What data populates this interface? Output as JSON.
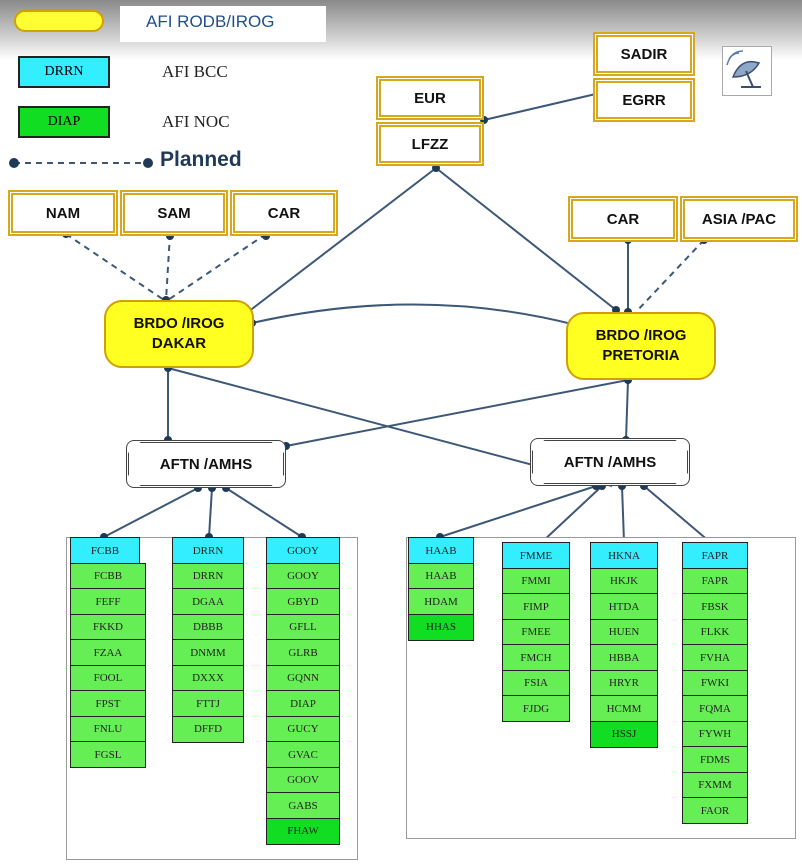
{
  "legend": {
    "rodb_label": "AFI RODB/IROG",
    "bcc_sample": "DRRN",
    "bcc_label": "AFI BCC",
    "noc_sample": "DIAP",
    "noc_label": "AFI NOC",
    "planned_label": "Planned",
    "colors": {
      "rodb": "#ffff22",
      "bcc": "#33eeff",
      "noc": "#11dd22",
      "station": "#66ee55",
      "line": "#3d5876"
    }
  },
  "regions": {
    "sadir": "SADIR",
    "egrr": "EGRR",
    "eur": "EUR",
    "lfzz": "LFZZ",
    "nam": "NAM",
    "sam": "SAM",
    "car_left": "CAR",
    "car_right": "CAR",
    "asia_pac": "ASIA /PAC"
  },
  "rodb": {
    "dakar": [
      "BRDO /IROG",
      "DAKAR"
    ],
    "pretoria": [
      "BRDO /IROG",
      "PRETORIA"
    ]
  },
  "hubs": {
    "left": "AFTN /AMHS",
    "right": "AFTN /AMHS"
  },
  "columns": [
    {
      "header": "FCBB",
      "items": [
        "FCBB",
        "FEFF",
        "FKKD",
        "FZAA",
        "FOOL",
        "FPST",
        "FNLU",
        "FGSL"
      ],
      "noc": []
    },
    {
      "header": "DRRN",
      "items": [
        "DRRN",
        "DGAA",
        "DBBB",
        "DNMM",
        "DXXX",
        "FTTJ",
        "DFFD"
      ],
      "noc": []
    },
    {
      "header": "GOOY",
      "items": [
        "GOOY",
        "GBYD",
        "GFLL",
        "GLRB",
        "GQNN",
        "DIAP",
        "GUCY",
        "GVAC",
        "GOOV",
        "GABS",
        "FHAW"
      ],
      "noc": [
        "FHAW"
      ]
    },
    {
      "header": "HAAB",
      "items": [
        "HAAB",
        "HDAM",
        "HHAS"
      ],
      "noc": [
        "HHAS"
      ]
    },
    {
      "header": "FMME",
      "items": [
        "FMMI",
        "FIMP",
        "FMEE",
        "FMCH",
        "FSIA",
        "FJDG"
      ],
      "noc": []
    },
    {
      "header": "HKNA",
      "items": [
        "HKJK",
        "HTDA",
        "HUEN",
        "HBBA",
        "HRYR",
        "HCMM",
        "HSSJ"
      ],
      "noc": [
        "HSSJ"
      ]
    },
    {
      "header": "FAPR",
      "items": [
        "FAPR",
        "FBSK",
        "FLKK",
        "FVHA",
        "FWKI",
        "FQMA",
        "FYWH",
        "FDMS",
        "FXMM",
        "FAOR"
      ],
      "noc": []
    }
  ],
  "icons": {
    "dish": "satellite-dish-icon"
  }
}
